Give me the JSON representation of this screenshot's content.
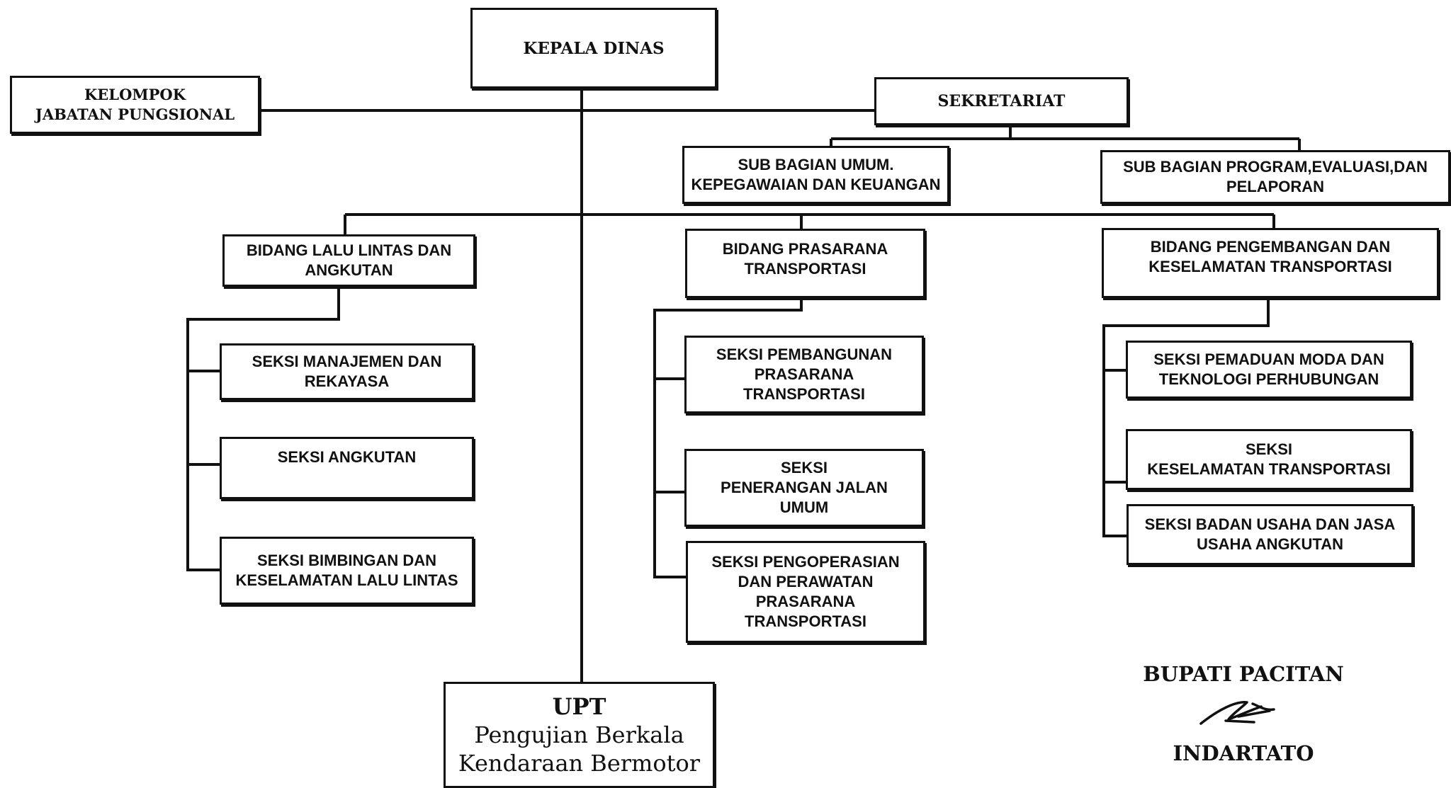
{
  "org_chart": {
    "kepala_dinas": "KEPALA DINAS",
    "kelompok_jabatan": "KELOMPOK\nJABATAN PUNGSIONAL",
    "sekretariat": "SEKRETARIAT",
    "sub_bagian_umum": "SUB BAGIAN UMUM.\nKEPEGAWAIAN DAN KEUANGAN",
    "sub_bagian_program": "SUB BAGIAN PROGRAM,EVALUASI,DAN\nPELAPORAN",
    "bidang_lalu_lintas": {
      "title": "BIDANG LALU LINTAS DAN\nANGKUTAN",
      "seksi": [
        "SEKSI MANAJEMEN DAN\nREKAYASA",
        "SEKSI ANGKUTAN",
        "SEKSI BIMBINGAN DAN\nKESELAMATAN  LALU LINTAS"
      ]
    },
    "bidang_prasarana": {
      "title": "BIDANG PRASARANA\nTRANSPORTASI",
      "seksi": [
        "SEKSI PEMBANGUNAN\nPRASARANA\nTRANSPORTASI",
        "SEKSI\nPENERANGAN JALAN\nUMUM",
        "SEKSI PENGOPERASIAN\nDAN PERAWATAN\nPRASARANA\nTRANSPORTASI"
      ]
    },
    "bidang_pengembangan": {
      "title": "BIDANG PENGEMBANGAN DAN\nKESELAMATAN TRANSPORTASI",
      "seksi": [
        "SEKSI PEMADUAN MODA DAN\nTEKNOLOGI PERHUBUNGAN",
        "SEKSI\nKESELAMATAN TRANSPORTASI",
        "SEKSI BADAN USAHA DAN JASA\nUSAHA ANGKUTAN"
      ]
    },
    "upt": {
      "title": "UPT",
      "line1": "Pengujian Berkala",
      "line2": "Kendaraan Bermotor"
    }
  },
  "signature": {
    "title": "BUPATI PACITAN",
    "name": "INDARTATO"
  },
  "colors": {
    "line": "#111111",
    "background": "#ffffff"
  }
}
